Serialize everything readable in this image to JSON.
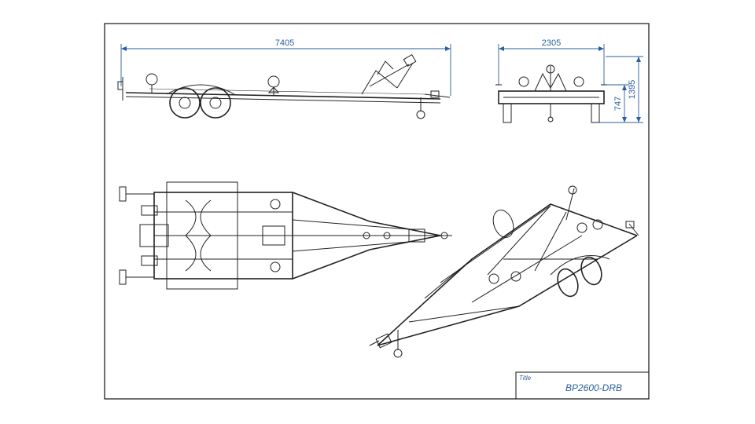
{
  "drawing": {
    "dimensions": {
      "side_length": "7405",
      "front_width": "2305",
      "front_height_total": "1395",
      "front_height_frame": "747"
    },
    "title_block": {
      "caption": "Title",
      "name": "BP2600-DRB"
    },
    "colors": {
      "dimension": "#2a5f9e",
      "outline": "#222222"
    }
  }
}
